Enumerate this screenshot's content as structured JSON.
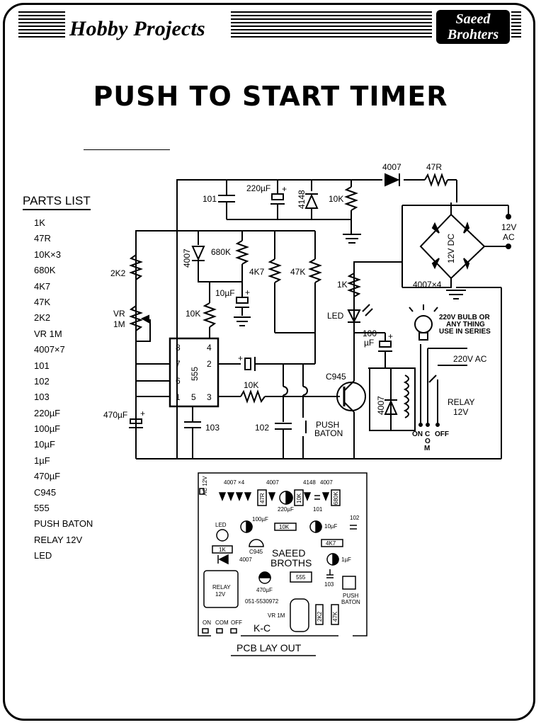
{
  "header": {
    "title": "Hobby Projects",
    "brand_line1": "Saeed",
    "brand_line2": "Brohters"
  },
  "main_title": "PUSH TO START TIMER",
  "parts_list": {
    "heading": "PARTS LIST",
    "items": [
      "1K",
      "47R",
      "10K×3",
      "680K",
      "4K7",
      "47K",
      "2K2",
      "VR 1M",
      "4007×7",
      "101",
      "102",
      "103",
      "220µF",
      "100µF",
      "10µF",
      "1µF",
      "470µF",
      "C945",
      "555",
      "PUSH BATON",
      "RELAY 12V",
      "LED"
    ]
  },
  "schematic": {
    "labels": {
      "d4007_top": "4007",
      "r47r": "47R",
      "c101": "101",
      "c220uf": "220µF",
      "d4148": "4148",
      "r10k_top": "10K",
      "bridge_dc": "12V DC",
      "ac_12v": "12V",
      "ac_label": "AC",
      "bridge_diodes": "4007×4",
      "d4007_left": "4007",
      "r680k": "680K",
      "r4k7": "4K7",
      "r47k": "47K",
      "r2k2": "2K2",
      "vr": "VR",
      "vr_1m": "1M",
      "c10uf": "10µF",
      "r10k_mid": "10K",
      "r1k": "1K",
      "led": "LED",
      "c100uf": "100",
      "c100uf_unit": "µF",
      "bulb_line1": "220V BULB OR",
      "bulb_line2": "ANY THING",
      "bulb_line3": "USE IN SERIES",
      "ac220": "220V AC",
      "pin8": "8",
      "pin4": "4",
      "pin7": "7",
      "pin2": "2",
      "pin6": "6",
      "pin1": "1",
      "pin5": "5",
      "pin3": "3",
      "ic555": "555",
      "r10k_base": "10K",
      "transistor": "C945",
      "d4007_relay": "4007",
      "relay_label": "RELAY",
      "relay_12v": "12V",
      "c470uf": "470µF",
      "c103": "103",
      "c102": "102",
      "push_line1": "PUSH",
      "push_line2": "BATON",
      "on": "ON",
      "com_c": "C",
      "com_o": "O",
      "com_m": "M",
      "off": "OFF",
      "plus": "+"
    }
  },
  "pcb": {
    "title": "PCB LAY OUT",
    "labels": {
      "ac": "AC 12V",
      "d4007x4": "4007 ×4",
      "d4007a": "4007",
      "d4148": "4148",
      "d4007b": "4007",
      "r47r": "47R",
      "c220": "220µF",
      "r10k": "10K",
      "c101": "101",
      "r680k": "680K",
      "c100": "100µF",
      "r10k2": "10K",
      "c10": "10µF",
      "c102": "102",
      "led": "LED",
      "r1k": "1K",
      "c945": "C945",
      "r4k7": "4K7",
      "saeed": "SAEED",
      "broths": "BROTHS",
      "c1": "1µF",
      "d4007c": "4007",
      "relay": "RELAY",
      "relay12": "12V",
      "c470": "470µF",
      "ic555": "555",
      "c103": "103",
      "push1": "PUSH",
      "push2": "BATON",
      "phone": "051-5530972",
      "vr": "VR 1M",
      "kc": "K-C",
      "r2k2": "2K2",
      "r47k": "47K",
      "on": "ON",
      "com": "COM",
      "off": "OFF"
    }
  }
}
